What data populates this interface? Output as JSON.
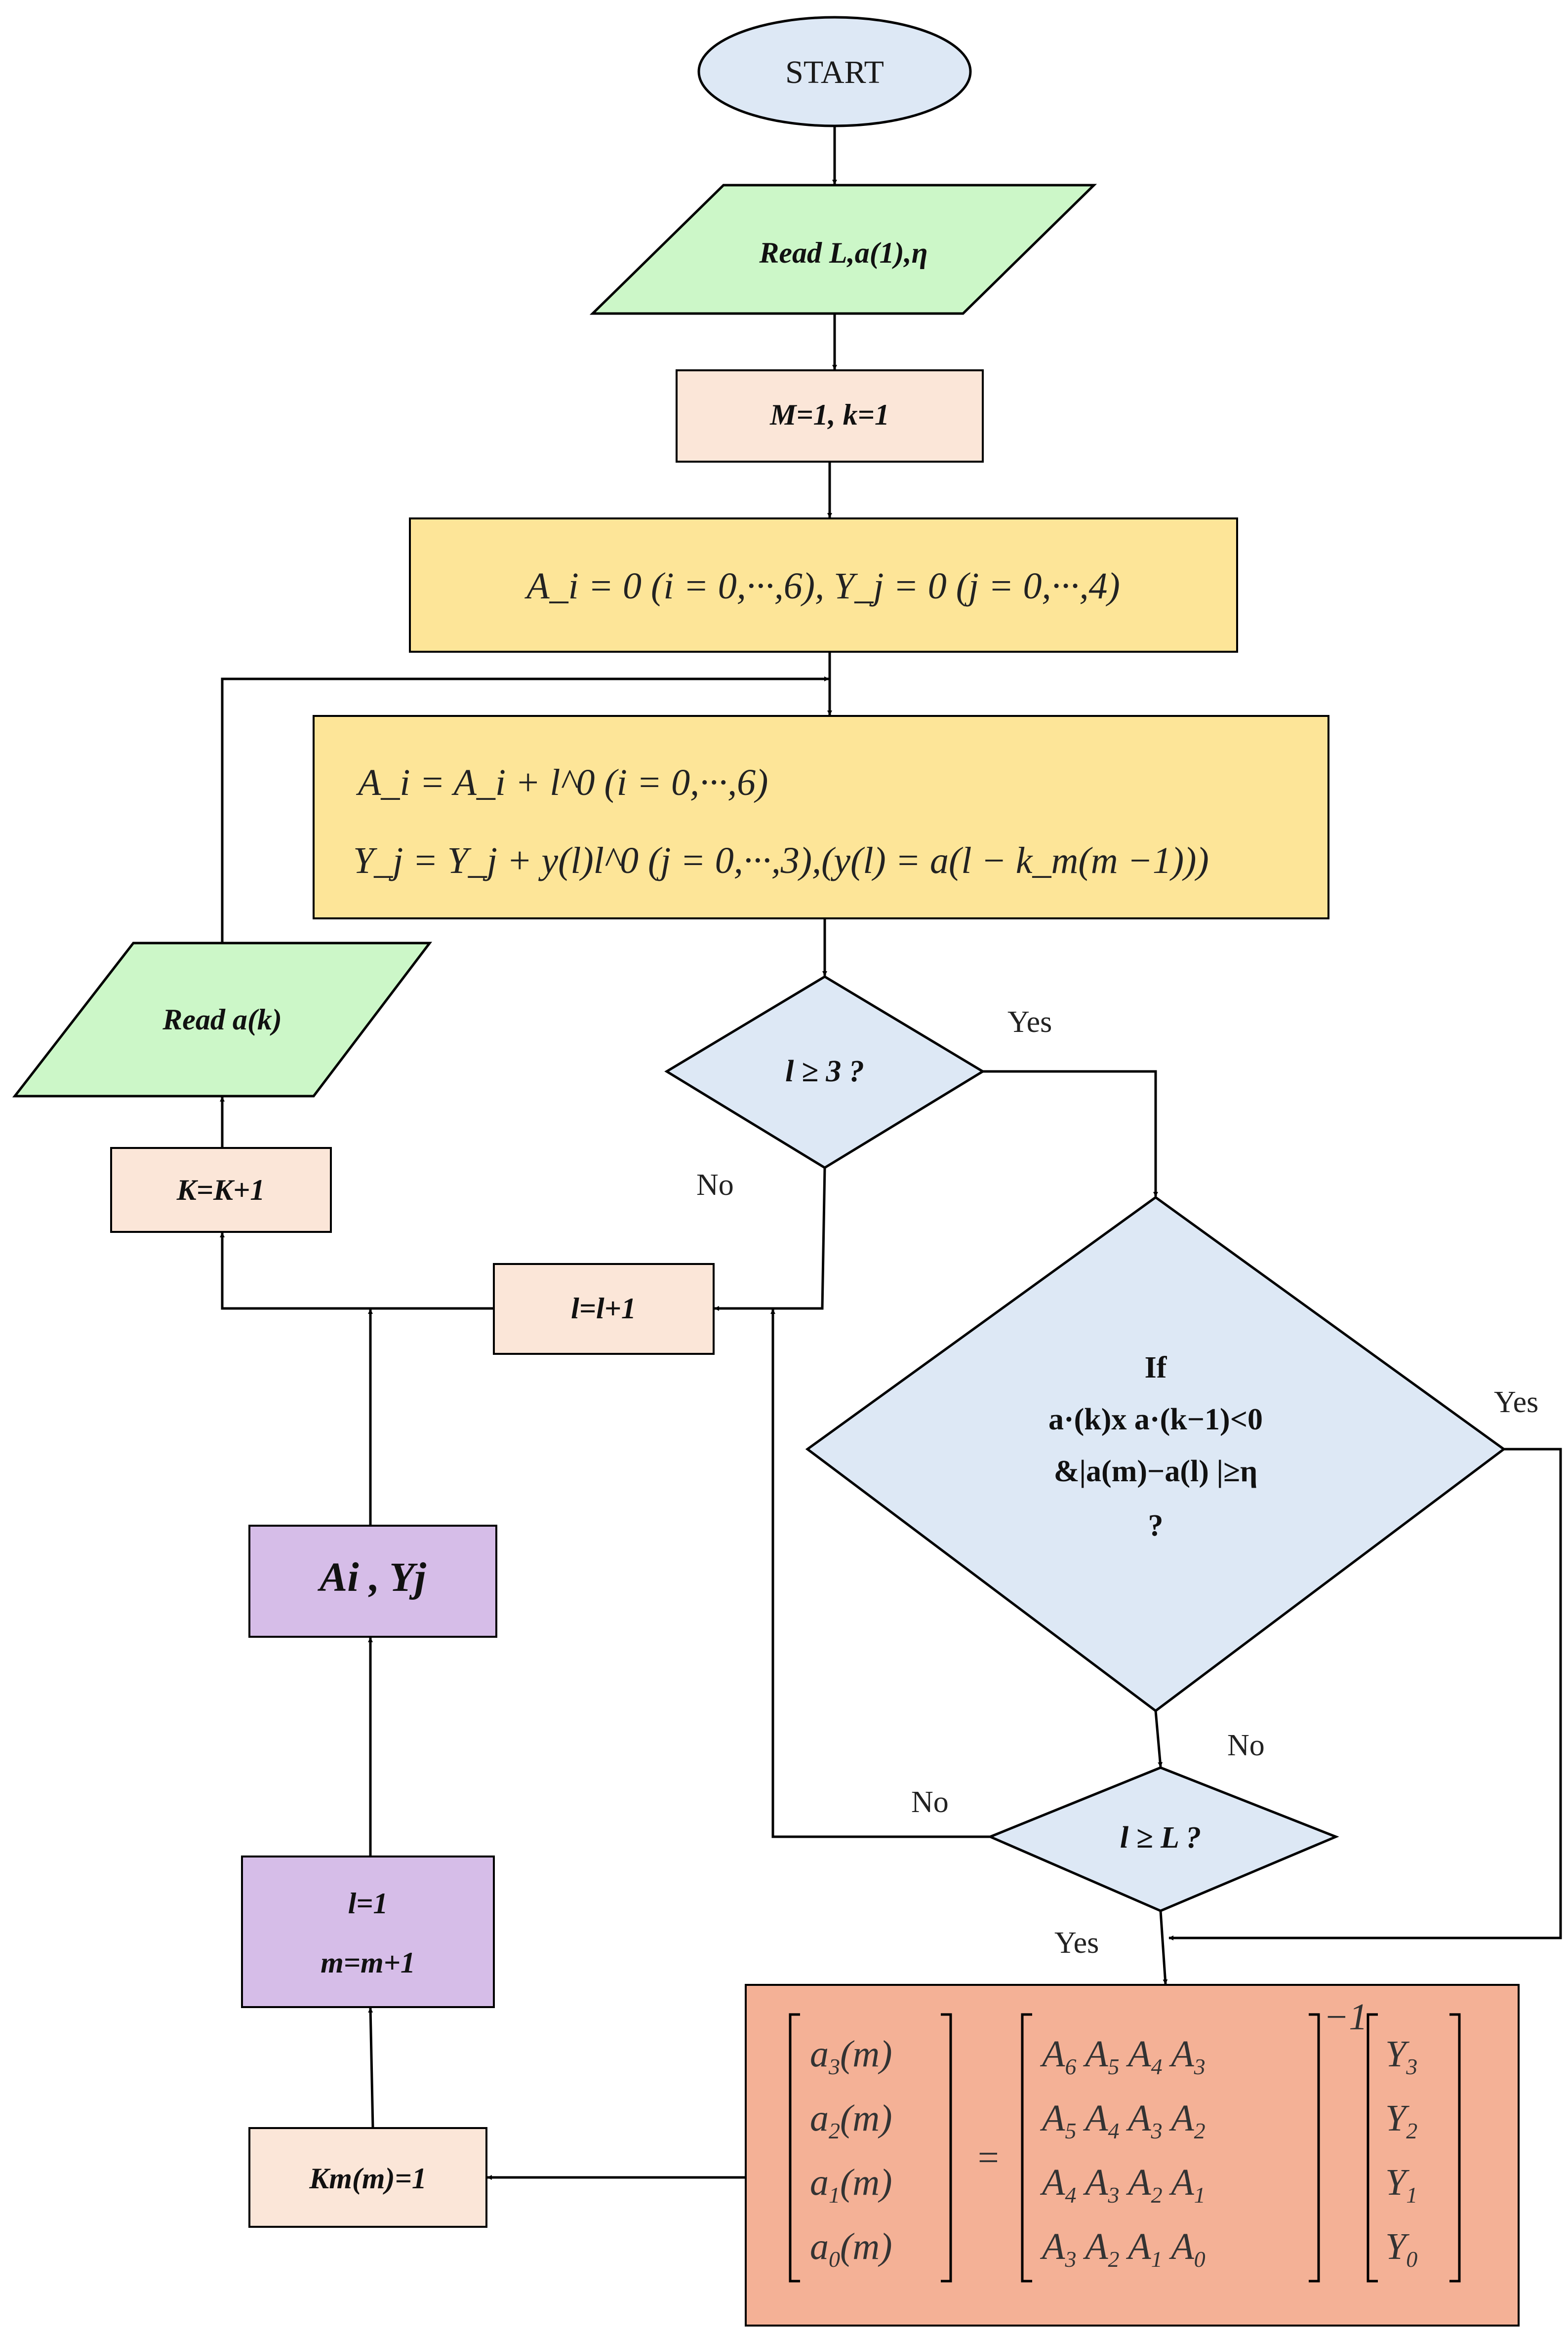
{
  "nodes": {
    "start": "START",
    "read_input": "Read L,a(1),η",
    "init_counters": "M=1, k=1",
    "init_sums": "A_i = 0  (i = 0,···,6), Y_j = 0 (j = 0,···,4)",
    "accum_A": "A_i = A_i + l^0  (i = 0,···,6)",
    "accum_Y": "Y_j = Y_j + y(l)l^0  (j = 0,···,3),(y(l) = a(l − k_m(m −1)))",
    "dec_l3": "l ≥ 3 ?",
    "dec_main": {
      "line1": "If",
      "line2": "a·(k)x  a·(k−1)<0",
      "line3": "&|a(m)−a(l)  |≥η",
      "line4": "?"
    },
    "dec_lL": "l ≥ L ?",
    "inc_l": "l=l+1",
    "inc_k": "K=K+1",
    "read_ak": "Read a(k)",
    "out_AiYj": "Ai , Yj",
    "reset": {
      "line1": "l=1",
      "line2": "m=m+1"
    },
    "km": "Km(m)=1",
    "solve": "[a3(m); a2(m); a1(m); a0(m)] = [A6 A5 A4 A3; A5 A4 A3 A2; A4 A3 A2 A1; A3 A2 A1 A0]^-1 [Y3; Y2; Y1; Y0]"
  },
  "edges": {
    "yes_l3": "Yes",
    "no_l3": "No",
    "yes_main": "Yes",
    "no_main": "No",
    "no_lL": "No",
    "yes_lL": "Yes"
  },
  "colors": {
    "start": "#dde8f5",
    "parallelogram": "#ccf7c8",
    "peach": "#fbe6d8",
    "yellow": "#fde598",
    "decision": "#dde8f5",
    "purple": "#d6bde8",
    "salmon": "#f4b196"
  }
}
